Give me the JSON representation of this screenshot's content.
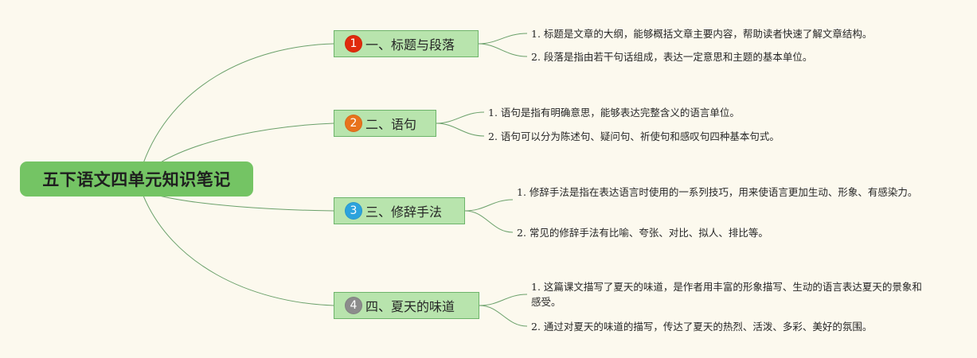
{
  "root": {
    "title": "五下语文四单元知识笔记"
  },
  "colors": {
    "root_fill": "#74c464",
    "topic_fill": "#b8e4ad",
    "topic_border": "#6db46a",
    "line": "#6aa06a",
    "background": "#fcf9ee"
  },
  "topics": [
    {
      "number": "1",
      "badge_color": "#e02a0c",
      "label": "一、标题与段落",
      "notes": [
        "1. 标题是文章的大纲，能够概括文章主要内容，帮助读者快速了解文章结构。",
        "2. 段落是指由若干句话组成，表达一定意思和主题的基本单位。"
      ]
    },
    {
      "number": "2",
      "badge_color": "#e8721c",
      "label": "二、语句",
      "notes": [
        "1. 语句是指有明确意思，能够表达完整含义的语言单位。",
        "2. 语句可以分为陈述句、疑问句、祈使句和感叹句四种基本句式。"
      ]
    },
    {
      "number": "3",
      "badge_color": "#2ca3dd",
      "label": "三、修辞手法",
      "notes": [
        "1. 修辞手法是指在表达语言时使用的一系列技巧，用来使语言更加生动、形象、有感染力。",
        "2. 常见的修辞手法有比喻、夸张、对比、拟人、排比等。"
      ]
    },
    {
      "number": "4",
      "badge_color": "#8c8c8c",
      "label": "四、夏天的味道",
      "notes": [
        "1. 这篇课文描写了夏天的味道，是作者用丰富的形象描写、生动的语言表达夏天的景象和感受。",
        "2. 通过对夏天的味道的描写，传达了夏天的热烈、活泼、多彩、美好的氛围。"
      ]
    }
  ]
}
